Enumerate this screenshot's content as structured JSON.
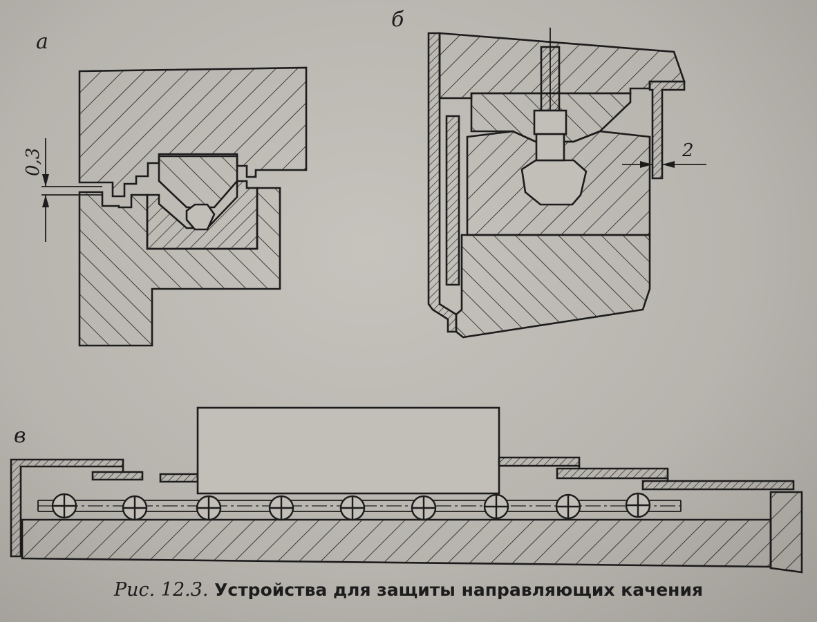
{
  "labels": {
    "a": "а",
    "b": "б",
    "v": "в",
    "dim_a": "0,3",
    "dim_b": "2"
  },
  "caption": {
    "number": "Рис. 12.3.",
    "text": "Устройства для защиты направляющих качения"
  },
  "colors": {
    "ink": "#1c1c1c",
    "paper": "#c2bfb9"
  }
}
